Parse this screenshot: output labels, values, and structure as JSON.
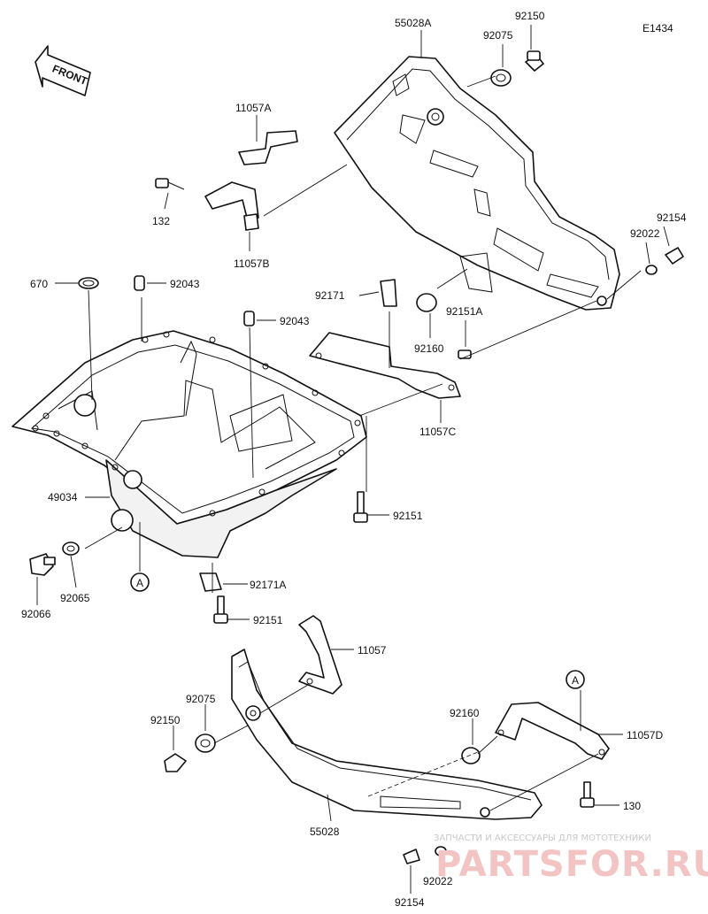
{
  "diagram_code": "E1434",
  "front_label": "FRONT",
  "parts": {
    "p55028A": "55028A",
    "p92150_top": "92150",
    "p92075_top": "92075",
    "p11057A": "11057A",
    "p132": "132",
    "p11057B": "11057B",
    "p92154_top": "92154",
    "p92022_top": "92022",
    "p670": "670",
    "p92043_a": "92043",
    "p92043_b": "92043",
    "p92171": "92171",
    "p92160_top": "92160",
    "p92151A": "92151A",
    "p11057C": "11057C",
    "p49034": "49034",
    "p92151_a": "92151",
    "p92066": "92066",
    "p92065": "92065",
    "pRefA_left": "A",
    "p92171A": "92171A",
    "p92151_b": "92151",
    "p11057": "11057",
    "p92075_bottom": "92075",
    "p92150_bottom": "92150",
    "pRefA_right": "A",
    "p92160_bottom": "92160",
    "p11057D": "11057D",
    "p130": "130",
    "p55028": "55028",
    "p92022_bottom": "92022",
    "p92154_bottom": "92154"
  },
  "watermark": {
    "caption": "ЗАПЧАСТИ И АКСЕССУАРЫ ДЛЯ МОТОТЕХНИКИ",
    "logo": "PARTSFOR.RU"
  }
}
